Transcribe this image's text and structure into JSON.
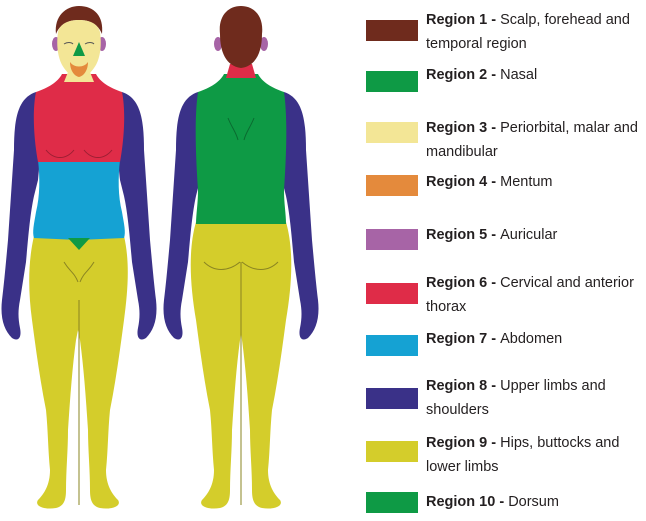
{
  "colors": {
    "region1": "#6f2b1d",
    "region2": "#0e9a45",
    "region3": "#f3e696",
    "region4": "#e48a3c",
    "region5": "#a764a6",
    "region6": "#df2c48",
    "region7": "#15a2d3",
    "region8": "#3a3188",
    "region9": "#d4cd2b",
    "region10": "#0e9a45",
    "outline": "#2f2a1e"
  },
  "legend": [
    {
      "label": "Region 1 - ",
      "desc": "Scalp, forehead and temporal region",
      "color_key": "region1"
    },
    {
      "label": "Region 2 - ",
      "desc": "Nasal",
      "color_key": "region2"
    },
    {
      "label": "Region 3 - ",
      "desc": " Periorbital, malar and mandibular",
      "color_key": "region3"
    },
    {
      "label": "Region 4 - ",
      "desc": "Mentum",
      "color_key": "region4"
    },
    {
      "label": "Region 5 - ",
      "desc": "Auricular",
      "color_key": "region5"
    },
    {
      "label": "Region 6 - ",
      "desc": "Cervical and anterior thorax",
      "color_key": "region6"
    },
    {
      "label": "Region 7 - ",
      "desc": "Abdomen",
      "color_key": "region7"
    },
    {
      "label": "Region 8 - ",
      "desc": "Upper limbs and shoulders",
      "color_key": "region8"
    },
    {
      "label": "Region 9 - ",
      "desc": "Hips, buttocks and lower limbs",
      "color_key": "region9"
    },
    {
      "label": "Region 10 - ",
      "desc": "Dorsum",
      "color_key": "region10"
    }
  ]
}
